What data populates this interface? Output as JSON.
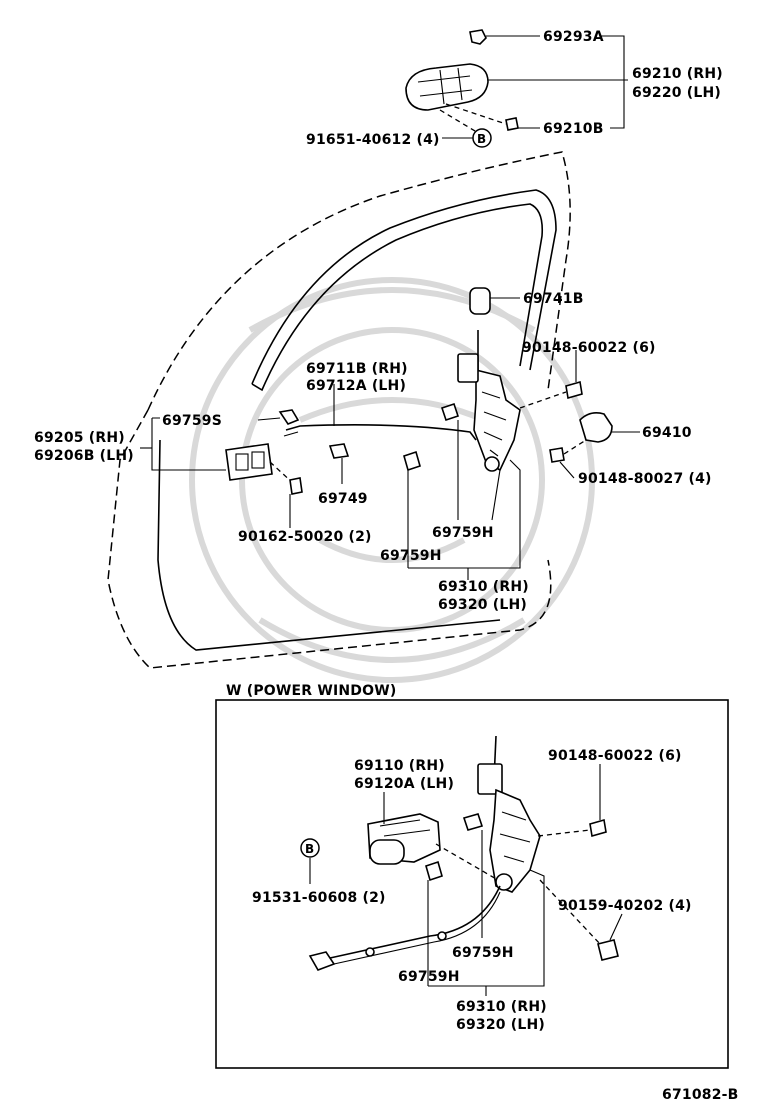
{
  "figure_code": "671082-B",
  "section_label": "W (POWER WINDOW)",
  "callout_letter": "B",
  "labels": {
    "p69293A": "69293A",
    "p69210_rh": "69210 (RH)",
    "p69220_lh": "69220 (LH)",
    "p69210B": "69210B",
    "p91651": "91651-40612 (4)",
    "p69741B": "69741B",
    "p90148_a": "90148-60022 (6)",
    "p69711B": "69711B (RH)",
    "p69712A": "69712A (LH)",
    "p69759S": "69759S",
    "p69205": "69205   (RH)",
    "p69206B": "69206B (LH)",
    "p69410": "69410",
    "p90148_b": "90148-80027 (4)",
    "p69749": "69749",
    "p90162": "90162-50020 (2)",
    "p69759H_a": "69759H",
    "p69759H_b": "69759H",
    "p69310_a": "69310 (RH)",
    "p69320_a": "69320 (LH)",
    "p69110": "69110   (RH)",
    "p69120A": "69120A (LH)",
    "p90148_c": "90148-60022 (6)",
    "p91531": "91531-60608 (2)",
    "p90159": "90159-40202 (4)",
    "p69759H_c": "69759H",
    "p69759H_d": "69759H",
    "p69310_b": "69310 (RH)",
    "p69320_b": "69320 (LH)"
  }
}
